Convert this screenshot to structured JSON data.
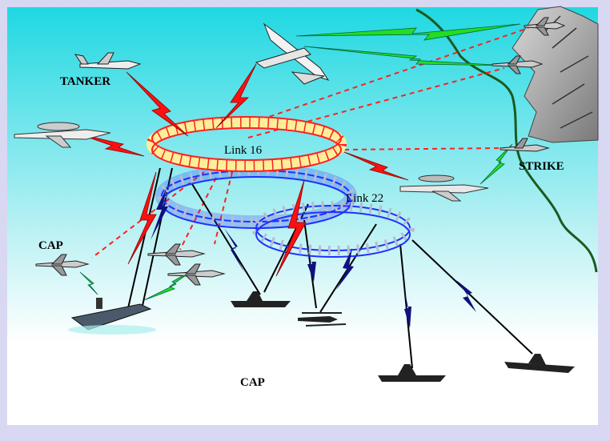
{
  "labels": {
    "tanker": "TANKER",
    "link16": "Link 16",
    "link22": "Link 22",
    "strike": "STRIKE",
    "cap_top": "CAP",
    "cap_bottom": "CAP"
  },
  "colors": {
    "sky_top": "#22d8e0",
    "sky_bottom": "#ffffff",
    "frame": "#d8d8f2",
    "link16_ring": "#ff2020",
    "link16_fill": "#ffee99",
    "link22_ring": "#2030ff",
    "link22_fill": "#b8bcd0",
    "red_bolt": "#ff1010",
    "green_bolt": "#22dd22",
    "blue_bolt": "#101080",
    "dashed_link": "#ff2020",
    "terrain_line": "#1a5a20",
    "mountain": "#9a9a9a"
  }
}
